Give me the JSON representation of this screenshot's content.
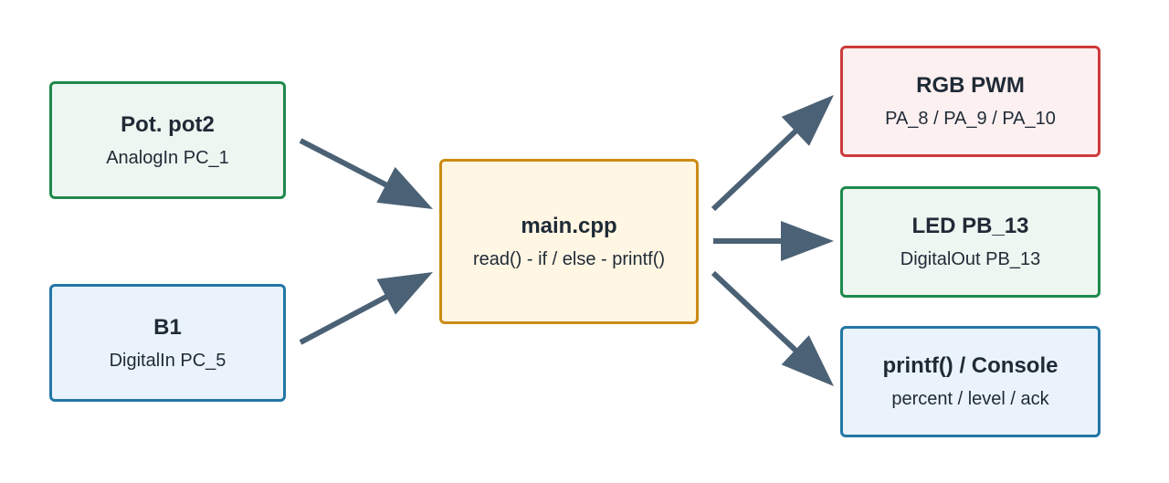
{
  "nodes": {
    "pot": {
      "title": "Pot. pot2",
      "subtitle": "AnalogIn PC_1",
      "border": "#1e8a4c",
      "fill": "#eef6f1"
    },
    "b1": {
      "title": "B1",
      "subtitle": "DigitalIn PC_5",
      "border": "#2277a6",
      "fill": "#eaf3fb"
    },
    "main": {
      "title": "main.cpp",
      "subtitle": "read() - if / else - printf()",
      "border": "#cc8b14",
      "fill": "#fff6e3"
    },
    "rgb": {
      "title": "RGB PWM",
      "subtitle": "PA_8 / PA_9 / PA_10",
      "border": "#cc3b3b",
      "fill": "#fdf0f0"
    },
    "led": {
      "title": "LED PB_13",
      "subtitle": "DigitalOut PB_13",
      "border": "#1e8a4c",
      "fill": "#eef6f1"
    },
    "print": {
      "title": "printf() / Console",
      "subtitle": "percent / level / ack",
      "border": "#2277a6",
      "fill": "#eaf3fb"
    }
  },
  "edges": [
    {
      "from": "pot",
      "to": "main"
    },
    {
      "from": "b1",
      "to": "main"
    },
    {
      "from": "main",
      "to": "rgb"
    },
    {
      "from": "main",
      "to": "led"
    },
    {
      "from": "main",
      "to": "print"
    }
  ],
  "colors": {
    "arrow": "#4b6175",
    "text": "#1f2a36"
  }
}
